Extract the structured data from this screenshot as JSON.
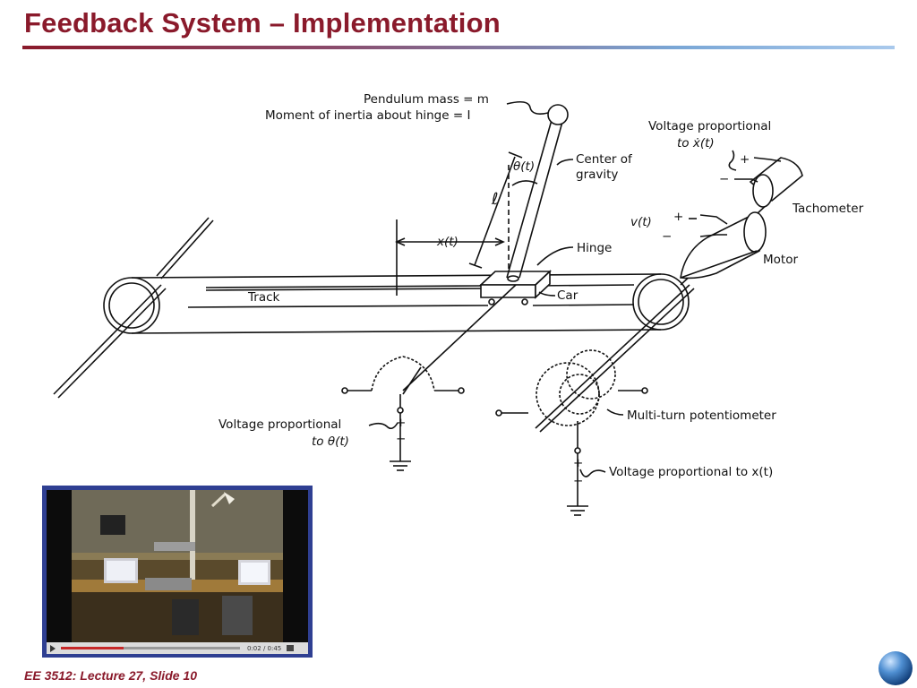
{
  "slide": {
    "title": "Feedback System – Implementation",
    "footer": "EE 3512: Lecture 27, Slide 10",
    "accent_color": "#8a1a2b"
  },
  "diagram": {
    "labels": {
      "pendulum_mass": "Pendulum mass = m",
      "moment_inertia": "Moment of inertia about hinge = I",
      "center_of_gravity_1": "Center of",
      "center_of_gravity_2": "gravity",
      "theta": "θ(t)",
      "ell": "ℓ",
      "x_t": "x(t)",
      "hinge": "Hinge",
      "track": "Track",
      "car": "Car",
      "tach_voltage_1": "Voltage proportional",
      "tach_voltage_2": "to ẋ(t)",
      "tachometer": "Tachometer",
      "v_t": "v(t)",
      "motor": "Motor",
      "multi_turn": "Multi-turn potentiometer",
      "theta_voltage_1": "Voltage proportional",
      "theta_voltage_2": "to θ(t)",
      "x_voltage": "Voltage proportional to x(t)",
      "plus": "+",
      "minus": "−"
    }
  },
  "video": {
    "progress": 0.35,
    "time": "0:02 / 0:45",
    "controls_color": "#dcdcdc",
    "frame_color": "#2f3f92"
  }
}
